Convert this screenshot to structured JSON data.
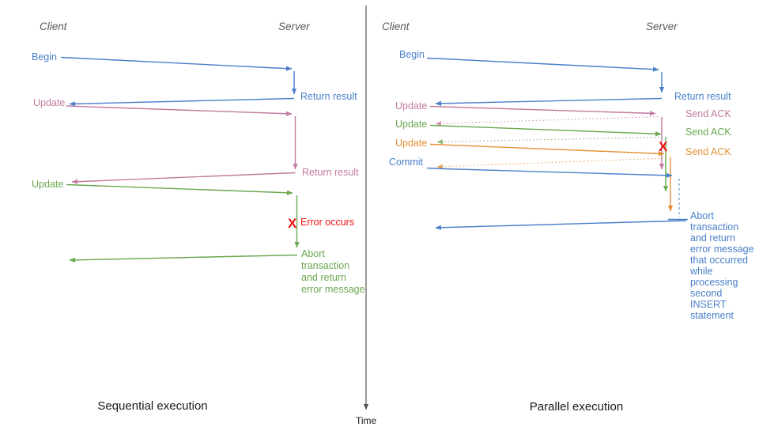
{
  "colors": {
    "blue": "#4a80c9",
    "pink": "#c27ba0",
    "green": "#6aa84f",
    "orange": "#e69138",
    "red": "#ee1010",
    "header": "#5a5a5a",
    "axis": "#555555",
    "caption": "#1a1a1a"
  },
  "time_axis": {
    "label": "Time"
  },
  "left": {
    "client_header": "Client",
    "server_header": "Server",
    "caption": "Sequential execution",
    "begin_label": "Begin",
    "return_result_1_label": "Return result",
    "update_1_label": "Update",
    "return_result_2_label": "Return result",
    "update_2_label": "Update",
    "error_x": "X",
    "error_label": "Error occurs",
    "abort_lines": [
      "Abort",
      "transaction",
      "and return",
      "error message"
    ]
  },
  "right": {
    "client_header": "Client",
    "server_header": "Server",
    "caption": "Parallel execution",
    "begin_label": "Begin",
    "return_result_label": "Return result",
    "update_1_label": "Update",
    "send_ack_1_label": "Send ACK",
    "update_2_label": "Update",
    "send_ack_2_label": "Send ACK",
    "update_3_label": "Update",
    "send_ack_3_label": "Send ACK",
    "commit_label": "Commit",
    "error_x": "X",
    "abort_lines": [
      "Abort",
      "transaction",
      "and return",
      "error message",
      "that occurred",
      "while",
      "processing",
      "second",
      "INSERT",
      "statement"
    ]
  }
}
